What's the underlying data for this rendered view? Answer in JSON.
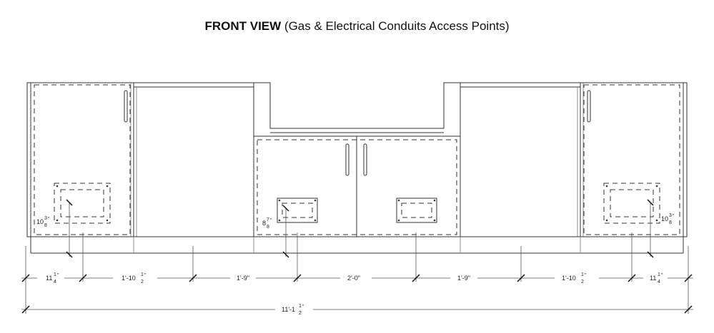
{
  "title": {
    "bold": "FRONT VIEW",
    "rest": " (Gas & Electrical Conduits Access Points)"
  },
  "dims": {
    "d1": {
      "main": "11",
      "num": "1",
      "den": "4",
      "unit": "\""
    },
    "d2": {
      "main": "1'-10",
      "num": "1",
      "den": "2",
      "unit": "\""
    },
    "d3": {
      "main": "1'-9\""
    },
    "d4": {
      "main": "2'-0\""
    },
    "d5": {
      "main": "1'-9\""
    },
    "d6": {
      "main": "1'-10",
      "num": "1",
      "den": "2",
      "unit": "\""
    },
    "d7": {
      "main": "11",
      "num": "1",
      "den": "4",
      "unit": "\""
    },
    "total": {
      "main": "11'-1",
      "num": "1",
      "den": "2",
      "unit": "\""
    },
    "left_access": {
      "main": "10",
      "num": "3",
      "den": "8",
      "unit": "\""
    },
    "center_access": {
      "main": "8",
      "num": "7",
      "den": "8",
      "unit": "\""
    },
    "right_access": {
      "main": "10",
      "num": "3",
      "den": "8",
      "unit": "\""
    }
  }
}
